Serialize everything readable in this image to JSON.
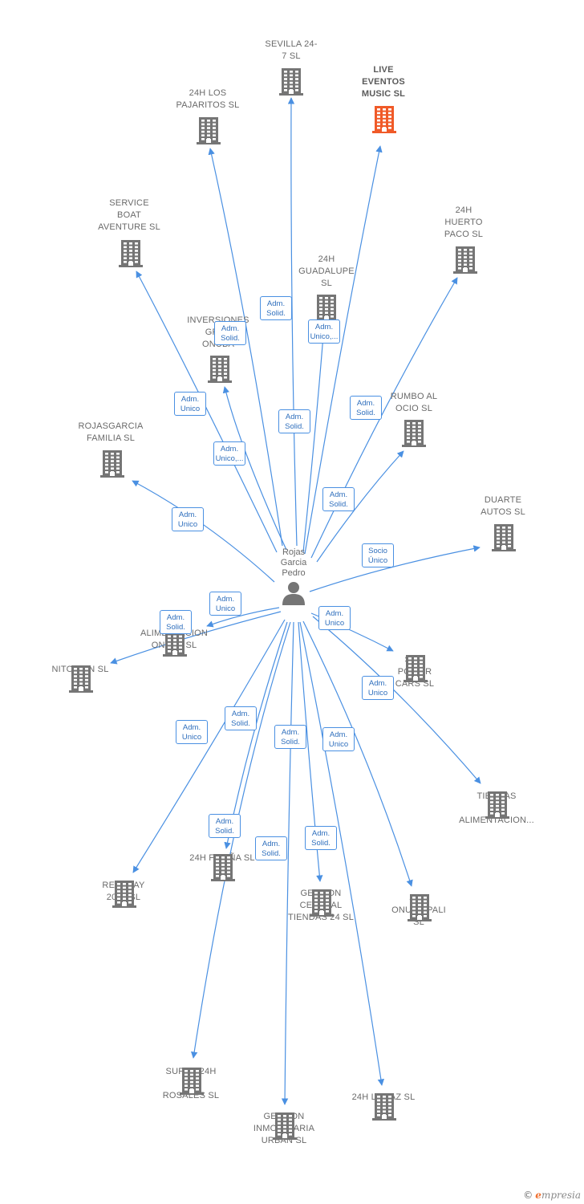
{
  "person": {
    "name_lines": [
      "Rojas",
      "Garcia",
      "Pedro"
    ]
  },
  "colors": {
    "edge": "#4a90e2",
    "building": "#757575",
    "highlight": "#f05a28"
  },
  "companies": [
    {
      "id": "sevilla",
      "label": [
        "SEVILLA 24-",
        "7  SL"
      ]
    },
    {
      "id": "live",
      "label": [
        "LIVE",
        "EVENTOS",
        "MUSIC  SL"
      ],
      "highlight": true
    },
    {
      "id": "pajaritos",
      "label": [
        "24H LOS",
        "PAJARITOS  SL"
      ]
    },
    {
      "id": "service",
      "label": [
        "SERVICE",
        "BOAT",
        "AVENTURE  SL"
      ]
    },
    {
      "id": "huerto",
      "label": [
        "24H",
        "HUERTO",
        "PACO  SL"
      ]
    },
    {
      "id": "guadalupe",
      "label": [
        "24H",
        "GUADALUPE",
        "SL"
      ]
    },
    {
      "id": "inversiones",
      "label": [
        "INVERSIONES",
        "GRAN",
        "ONUBA"
      ]
    },
    {
      "id": "rumbo",
      "label": [
        "RUMBO AL",
        "OCIO  SL"
      ]
    },
    {
      "id": "rojasgarcia",
      "label": [
        "ROJASGARCIA",
        "FAMILIA  SL"
      ]
    },
    {
      "id": "duarte",
      "label": [
        "DUARTE",
        "AUTOS  SL"
      ]
    },
    {
      "id": "alimentacion",
      "label": [
        "ALIMENTACION",
        "ONUBA  SL"
      ]
    },
    {
      "id": "nitoprin",
      "label": [
        "NITOPRIN  SL"
      ]
    },
    {
      "id": "sum",
      "label": [
        "SUM",
        "POWER",
        "CARS  SL"
      ]
    },
    {
      "id": "tiendas",
      "label": [
        "TIENDAS",
        "24H",
        "ALIMENTACION..."
      ]
    },
    {
      "id": "farina",
      "label": [
        "24H FARIÑA  SL"
      ]
    },
    {
      "id": "rentday",
      "label": [
        "RENTDAY",
        "2015  SL"
      ]
    },
    {
      "id": "gestion_central",
      "label": [
        "GESTION",
        "CENTRAL",
        "TIENDAS 24  SL"
      ]
    },
    {
      "id": "sch",
      "label": [
        "SCH",
        "ONUHISPALI",
        "SL"
      ]
    },
    {
      "id": "super",
      "label": [
        "SUPER 24H",
        "LOS",
        "ROSALES  SL"
      ]
    },
    {
      "id": "gestion_inmob",
      "label": [
        "GESTION",
        "INMOBILIARIA",
        "URBAN  SL"
      ]
    },
    {
      "id": "lapaz",
      "label": [
        "24H LA PAZ  SL"
      ]
    }
  ],
  "relations": [
    {
      "target": "sevilla",
      "role": [
        "Adm.",
        "Solid."
      ]
    },
    {
      "target": "live",
      "role": [
        "Adm.",
        "Unico,..."
      ]
    },
    {
      "target": "pajaritos",
      "role": [
        "Adm.",
        "Solid."
      ]
    },
    {
      "target": "service",
      "role": [
        "Adm.",
        "Unico"
      ]
    },
    {
      "target": "huerto",
      "role": [
        "Adm.",
        "Solid."
      ]
    },
    {
      "target": "guadalupe",
      "role": [
        "Adm.",
        "Solid."
      ]
    },
    {
      "target": "inversiones",
      "role": [
        "Adm.",
        "Unico,..."
      ]
    },
    {
      "target": "rumbo",
      "role": [
        "Adm.",
        "Solid."
      ]
    },
    {
      "target": "rojasgarcia",
      "role": [
        "Adm.",
        "Unico"
      ]
    },
    {
      "target": "duarte",
      "role": [
        "Socio",
        "Único"
      ]
    },
    {
      "target": "alimentacion",
      "role": [
        "Adm.",
        "Unico"
      ]
    },
    {
      "target": "nitoprin",
      "role": [
        "Adm.",
        "Solid."
      ]
    },
    {
      "target": "sum",
      "role": [
        "Adm.",
        "Unico"
      ]
    },
    {
      "target": "tiendas",
      "role": [
        "Adm.",
        "Unico"
      ]
    },
    {
      "target": "rentday",
      "role": [
        "Adm.",
        "Unico"
      ]
    },
    {
      "target": "super",
      "role": [
        "Adm.",
        "Solid."
      ]
    },
    {
      "target": "farina",
      "role": [
        "Adm.",
        "Solid."
      ]
    },
    {
      "target": "gestion_central",
      "role": [
        "Adm.",
        "Solid."
      ]
    },
    {
      "target": "gestion_inmob",
      "role": [
        "Adm.",
        "Solid."
      ]
    },
    {
      "target": "lapaz",
      "role": [
        "Adm.",
        "Solid."
      ]
    },
    {
      "target": "sch",
      "role": [
        "Adm.",
        "Unico"
      ]
    }
  ],
  "brand": {
    "copyright": "©",
    "initial": "e",
    "rest": "mpresia"
  }
}
